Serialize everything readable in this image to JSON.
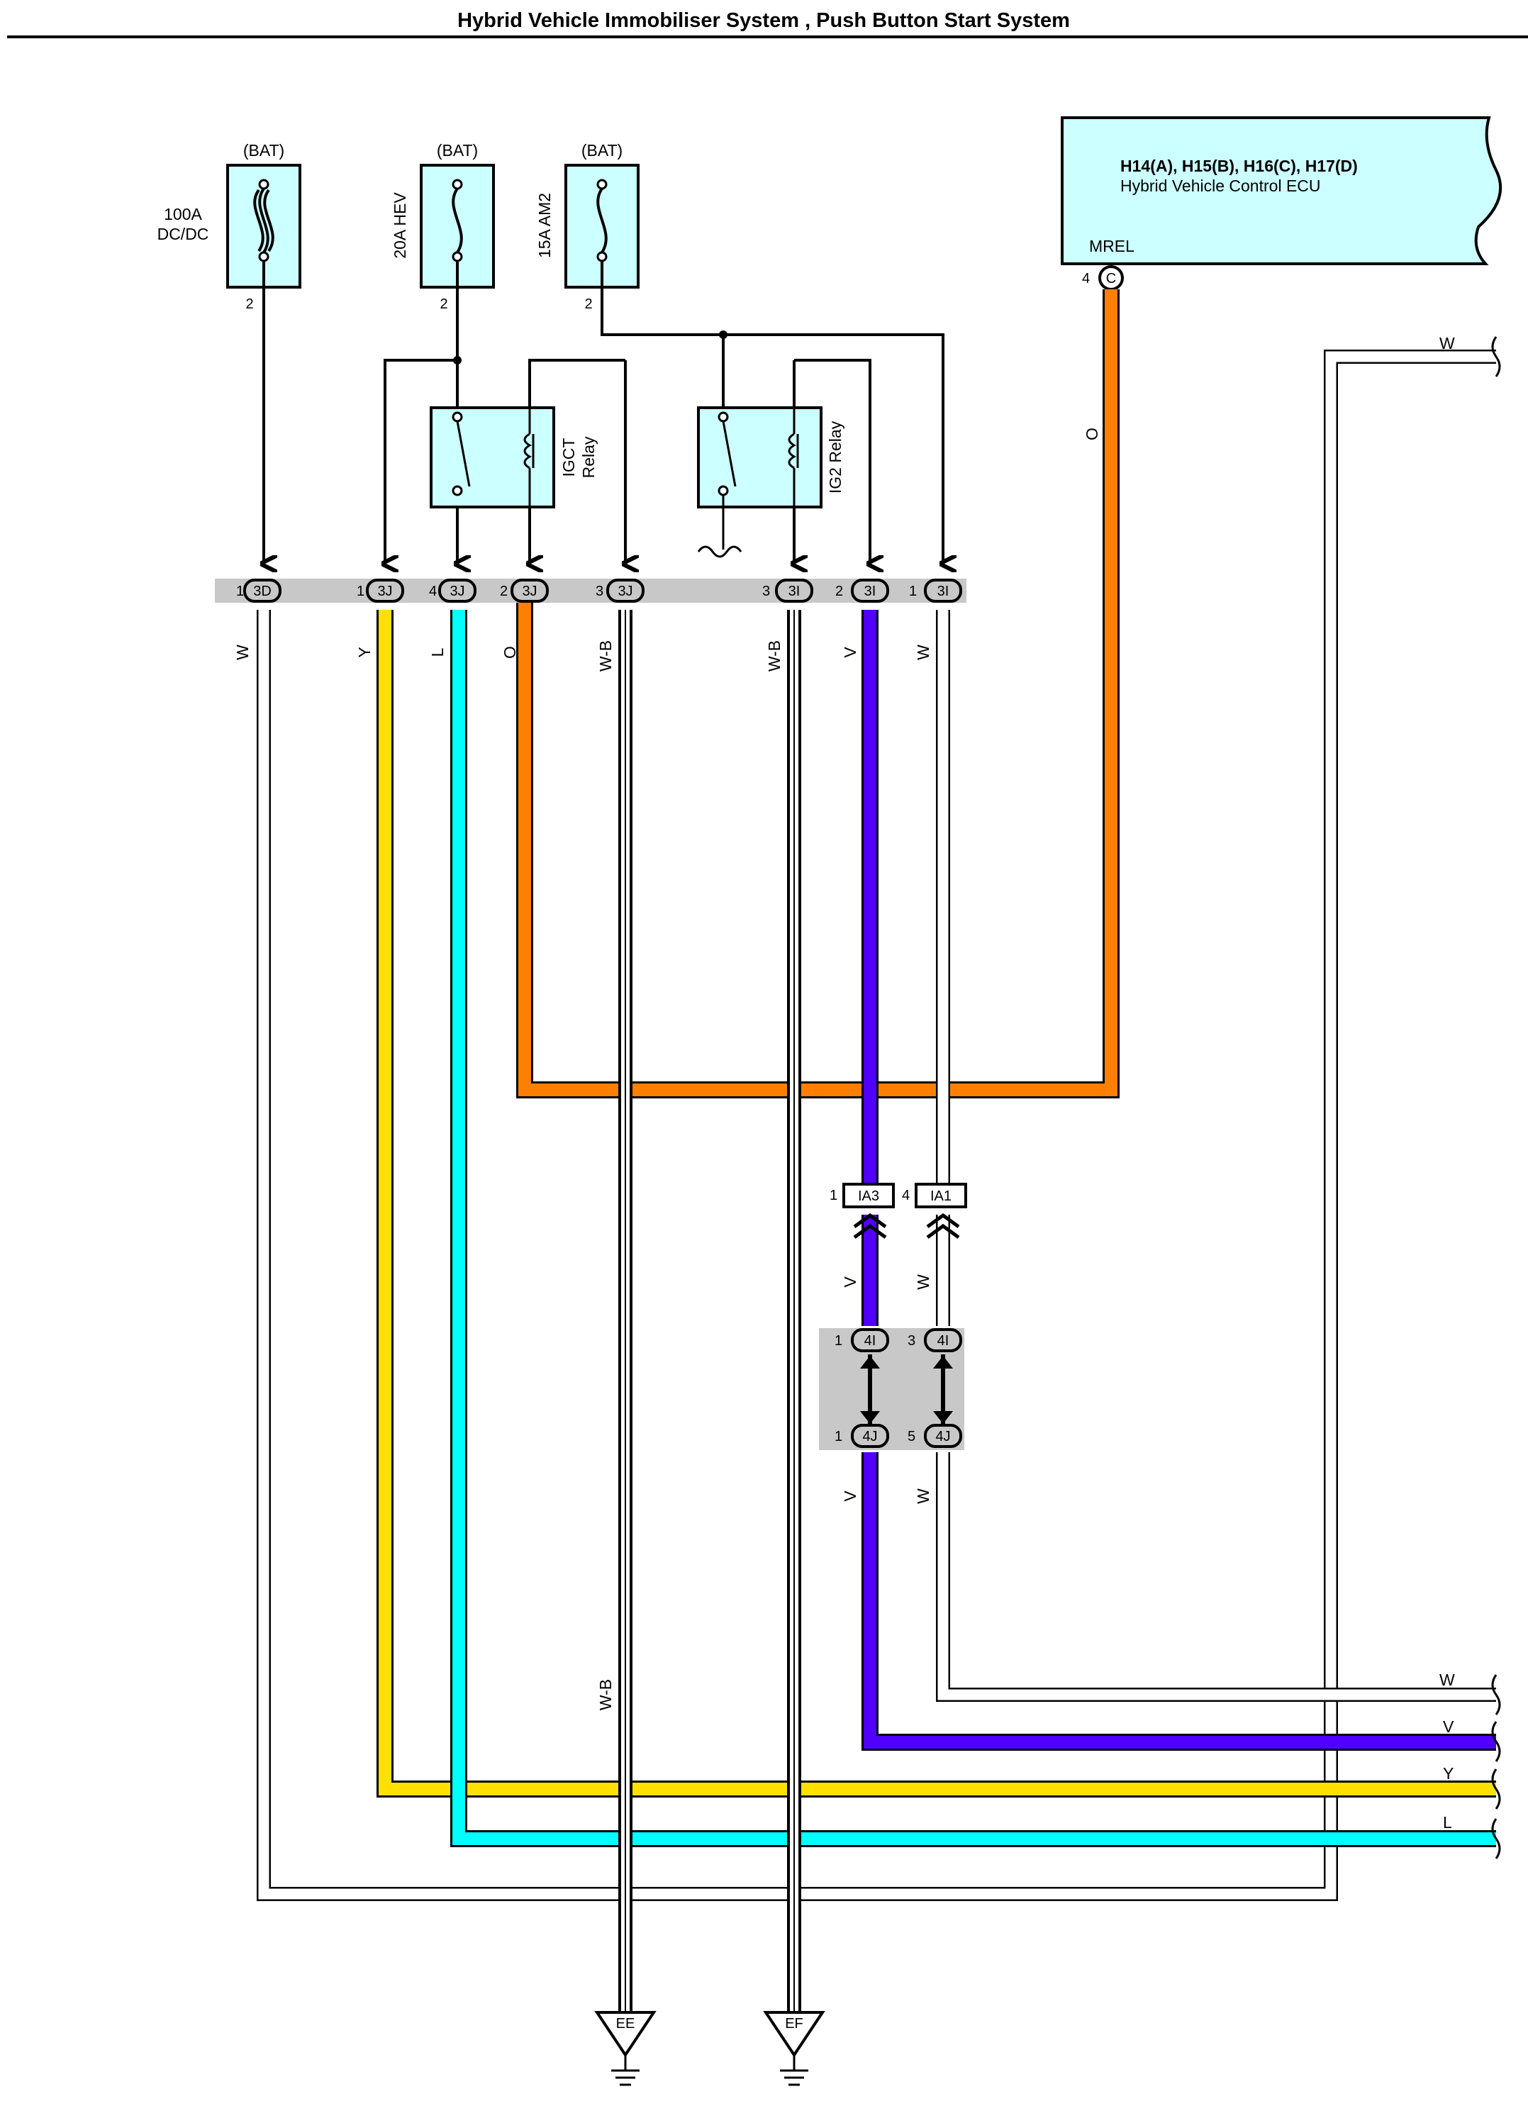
{
  "title": "Hybrid Vehicle Immobiliser System , Push Button Start System",
  "colors": {
    "W": "#ffffff",
    "Y": "#ffe000",
    "L": "#00ffff",
    "O": "#ff8000",
    "V": "#5000ff",
    "W-B": "#ffffff",
    "fuse_box": "#ccffff",
    "connector_bar": "#c8c8c8",
    "ecu_box": "#ccffff"
  },
  "ecu": {
    "codes": "H14(A), H15(B), H16(C), H17(D)",
    "name": "Hybrid Vehicle Control ECU",
    "terminal": "MREL",
    "pin": "4",
    "connector": "C"
  },
  "fuses": [
    {
      "source": "(BAT)",
      "name": "100A DC/DC",
      "name_line1": "100A",
      "name_line2": "DC/DC",
      "pin": "2"
    },
    {
      "source": "(BAT)",
      "name": "20A HEV",
      "pin": "2"
    },
    {
      "source": "(BAT)",
      "name": "15A AM2",
      "pin": "2"
    }
  ],
  "relays": [
    {
      "name_line1": "IGCT",
      "name_line2": "Relay"
    },
    {
      "name": "IG2 Relay"
    }
  ],
  "junction_connectors": [
    {
      "pin": "1",
      "id": "3D",
      "wire": "W"
    },
    {
      "pin": "1",
      "id": "3J",
      "wire": "Y"
    },
    {
      "pin": "4",
      "id": "3J",
      "wire": "L"
    },
    {
      "pin": "2",
      "id": "3J",
      "wire": "O"
    },
    {
      "pin": "3",
      "id": "3J",
      "wire": "W-B"
    },
    {
      "pin": "3",
      "id": "3I",
      "wire": "W-B"
    },
    {
      "pin": "2",
      "id": "3I",
      "wire": "V"
    },
    {
      "pin": "1",
      "id": "3I",
      "wire": "W"
    }
  ],
  "wire_labels": {
    "ecu_out": "O",
    "right_top": "W",
    "wb_lower": "W-B",
    "v_mid": "V",
    "w_mid": "W",
    "v_low": "V",
    "w_low": "W"
  },
  "inline_connectors": [
    {
      "pin": "1",
      "id": "IA3"
    },
    {
      "pin": "4",
      "id": "IA1"
    }
  ],
  "junction_block_4": [
    {
      "pin": "1",
      "id": "4I"
    },
    {
      "pin": "3",
      "id": "4I"
    },
    {
      "pin": "1",
      "id": "4J"
    },
    {
      "pin": "5",
      "id": "4J"
    }
  ],
  "right_edge_labels": [
    "W",
    "V",
    "Y",
    "L"
  ],
  "grounds": [
    "EE",
    "EF"
  ]
}
